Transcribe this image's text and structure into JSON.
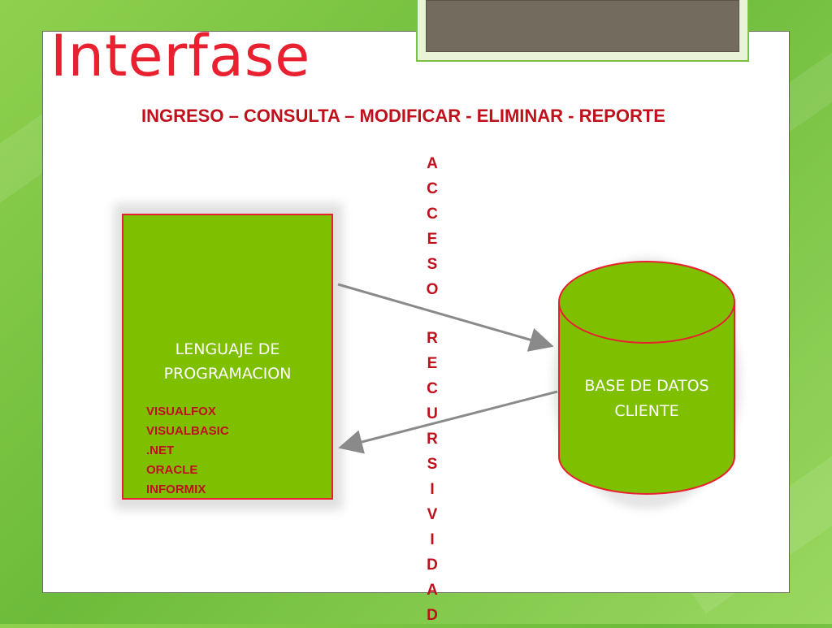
{
  "slide": {
    "title": "Interfase",
    "subtitle": "INGRESO – CONSULTA – MODIFICAR -  ELIMINAR - REPORTE"
  },
  "vertical_text": {
    "top": [
      "A",
      "C",
      "C",
      "E",
      "S",
      "O"
    ],
    "bottom": [
      "R",
      "E",
      "C",
      "U",
      "R",
      "S",
      "I",
      "V",
      "I",
      "D",
      "A",
      "D"
    ]
  },
  "language_box": {
    "title": "LENGUAJE   DE\nPROGRAMACION",
    "items": [
      "VISUALFOX",
      "VISUALBASIC",
      ".NET",
      "ORACLE",
      "INFORMIX"
    ]
  },
  "database": {
    "line1": "BASE DE DATOS",
    "line2": "CLIENTE"
  },
  "colors": {
    "accent_red": "#e8202f",
    "dark_red": "#c0101c",
    "box_green": "#7ebf00",
    "arrow_gray": "#8a8a8a"
  }
}
